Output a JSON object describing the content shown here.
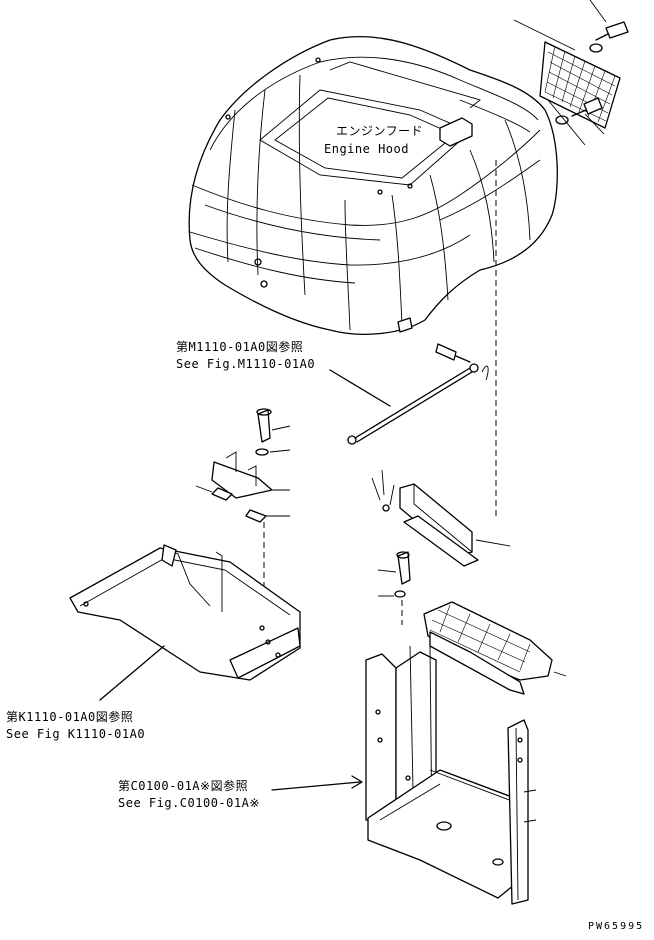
{
  "labels": {
    "engine_hood_jp": "エンジンフード",
    "engine_hood_en": "Engine Hood",
    "ref_m1110_jp": "第M1110-01A0図参照",
    "ref_m1110_en": "See Fig.M1110-01A0",
    "ref_k1110_jp": "第K1110-01A0図参照",
    "ref_k1110_en": "See Fig K1110-01A0",
    "ref_c0100_jp": "第C0100-01A※図参照",
    "ref_c0100_en": "See Fig.C0100-01A※",
    "drawing_code": "PW65995"
  }
}
